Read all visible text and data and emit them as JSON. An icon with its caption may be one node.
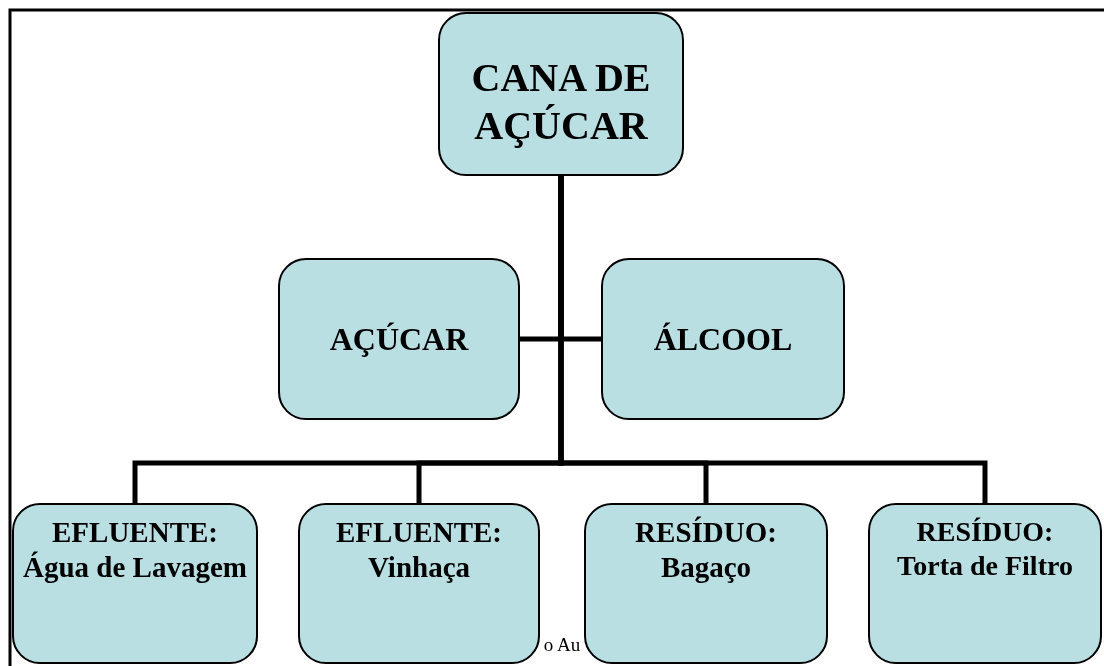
{
  "diagram": {
    "nodes": [
      {
        "text": [
          "CANA DE AÇÚCAR"
        ]
      },
      {
        "text": [
          "AÇÚCAR"
        ]
      },
      {
        "text": [
          "ÁLCOOL"
        ]
      },
      {
        "text": [
          "EFLUENTE:",
          "Água de Lavagem"
        ]
      },
      {
        "text": [
          "EFLUENTE:",
          "Vinhaça"
        ]
      },
      {
        "text": [
          "RESÍDUO:",
          "Bagaço"
        ]
      },
      {
        "text": [
          "RESÍDUO:",
          "Torta de Filtro"
        ]
      }
    ],
    "edges": [
      {
        "from": 0,
        "to": 1,
        "arrow": "none"
      },
      {
        "from": 0,
        "to": 2,
        "arrow": "none"
      },
      {
        "from": 0,
        "to": 3,
        "arrow": "none"
      },
      {
        "from": 0,
        "to": 4,
        "arrow": "none"
      },
      {
        "from": 0,
        "to": 5,
        "arrow": "none"
      },
      {
        "from": 0,
        "to": 6,
        "arrow": "none"
      }
    ],
    "labels": [
      "o Au"
    ]
  }
}
